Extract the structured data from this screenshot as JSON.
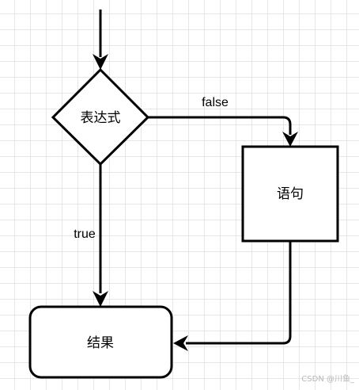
{
  "nodes": {
    "decision": {
      "label": "表达式"
    },
    "statement": {
      "label": "语句"
    },
    "result": {
      "label": "结果"
    }
  },
  "edges": {
    "false_label": "false",
    "true_label": "true"
  },
  "watermark": "CSDN @川鱼_",
  "colors": {
    "stroke": "#000000",
    "fill": "#ffffff",
    "grid": "#e6e6e6"
  }
}
